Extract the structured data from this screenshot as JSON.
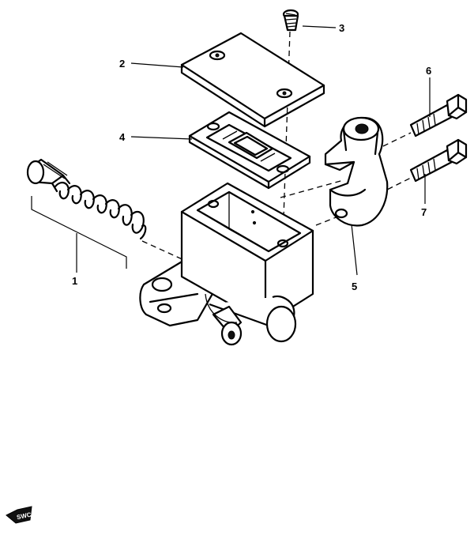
{
  "callouts": [
    {
      "id": "1",
      "label": "1"
    },
    {
      "id": "2",
      "label": "2"
    },
    {
      "id": "3",
      "label": "3"
    },
    {
      "id": "4",
      "label": "4"
    },
    {
      "id": "5",
      "label": "5"
    },
    {
      "id": "6",
      "label": "6"
    },
    {
      "id": "7",
      "label": "7"
    }
  ],
  "logo": {
    "text": "SWC"
  }
}
